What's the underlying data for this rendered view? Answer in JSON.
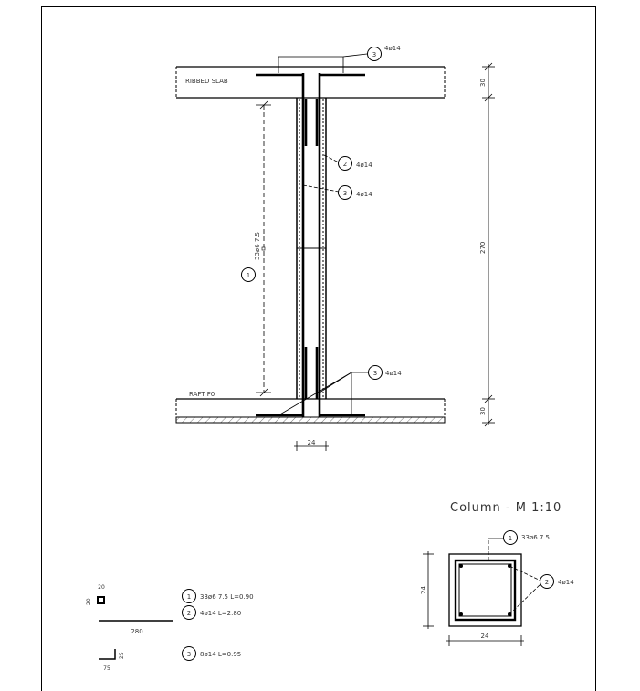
{
  "callouts": {
    "c1_num": "1",
    "c1_text": "33ø6 7.5",
    "c2_num": "2",
    "c2_text": "4ø14",
    "c3_num": "3",
    "c3_text": "4ø14",
    "top_num": "3",
    "top_text": "4ø14",
    "bot_num": "3",
    "bot_text": "4ø14"
  },
  "labels": {
    "top_slab": "RIBBED SLAB",
    "bottom_slab": "RAFT F0",
    "dim_top": "30",
    "dim_mid": "270",
    "dim_bot": "30",
    "dim_width": "24"
  },
  "section": {
    "title": "Column - M 1:10",
    "callout_top_num": "1",
    "callout_top_text": "33ø6 7.5",
    "callout_right_num": "2",
    "callout_right_text": "4ø14",
    "dim_left": "24",
    "dim_bottom": "24"
  },
  "schedule": {
    "stirrup_dim_top": "20",
    "stirrup_dim_side": "20",
    "bar_len": "280",
    "hook_dim": "25",
    "hook_len": "75",
    "row1_num": "1",
    "row1_text": "33ø6 7.5 L=0.90",
    "row2_num": "2",
    "row2_text": "4ø14 L=2.80",
    "row3_num": "3",
    "row3_text": "8ø14 L=0.95"
  }
}
